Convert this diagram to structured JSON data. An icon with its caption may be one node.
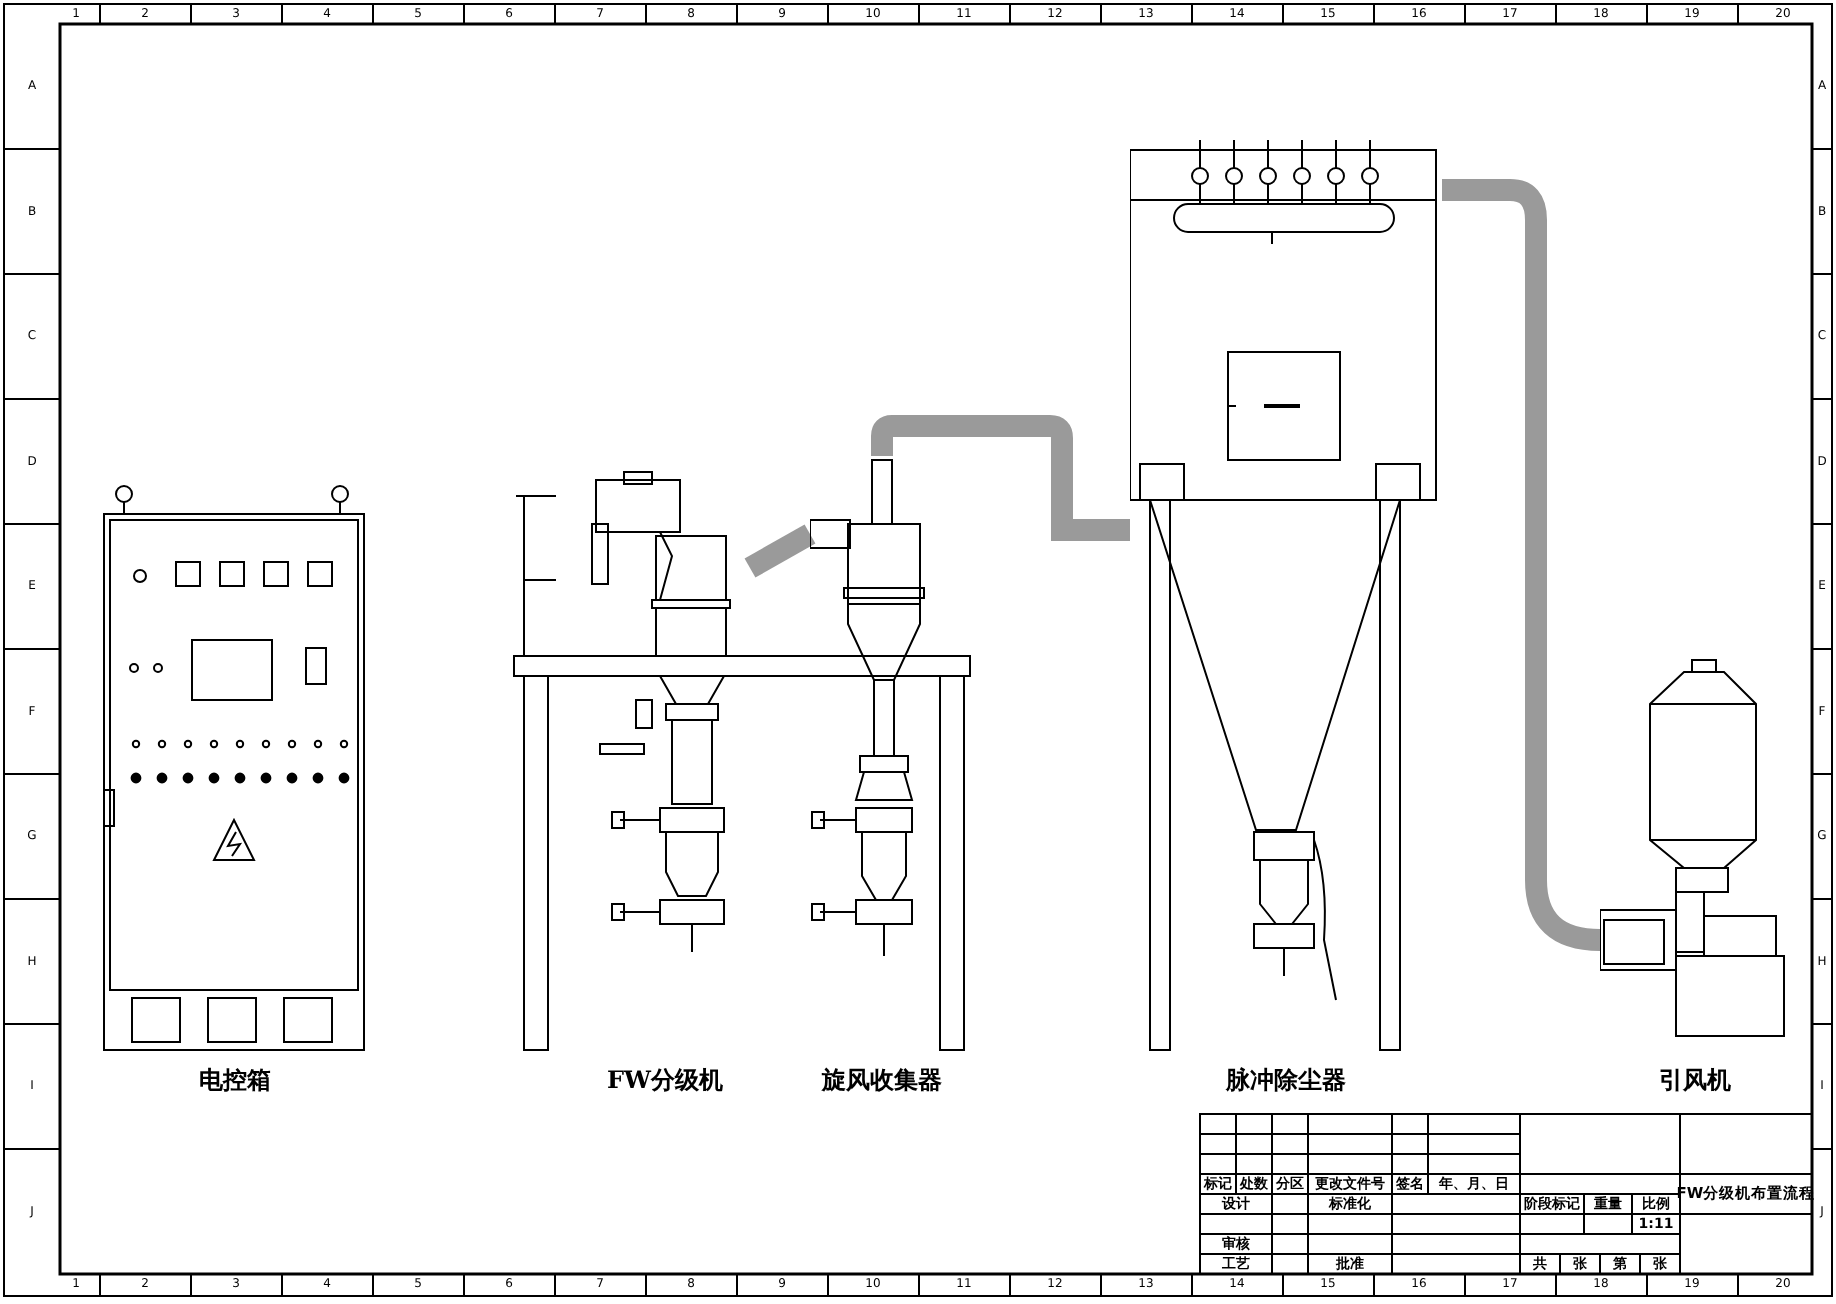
{
  "diagram": {
    "nodes": [
      {
        "text": [
          "电控箱"
        ]
      },
      {
        "text": [
          "FW分级机"
        ]
      },
      {
        "text": [
          "旋风收集器"
        ]
      },
      {
        "text": [
          "脉冲除尘器"
        ]
      },
      {
        "text": [
          "引风机"
        ]
      }
    ],
    "edges": [
      {
        "from": 1,
        "to": 2,
        "arrow": "none"
      },
      {
        "from": 2,
        "to": 3,
        "arrow": "none"
      },
      {
        "from": 3,
        "to": 4,
        "arrow": "none"
      }
    ],
    "labels": [
      "1",
      "2",
      "3",
      "4",
      "5",
      "6",
      "7",
      "8",
      "9",
      "10",
      "11",
      "12",
      "13",
      "14",
      "15",
      "16",
      "17",
      "18",
      "19",
      "20",
      "A",
      "B",
      "C",
      "D",
      "E",
      "F",
      "G",
      "H",
      "I",
      "J",
      "A",
      "B",
      "C",
      "D",
      "E",
      "F",
      "G",
      "H",
      "I",
      "J",
      "1",
      "2",
      "3",
      "4",
      "5",
      "6",
      "7",
      "8",
      "9",
      "10",
      "11",
      "12",
      "13",
      "14",
      "15",
      "16",
      "17",
      "18",
      "19",
      "20",
      "FW分级机布置流程",
      "标记",
      "处数",
      "分区",
      "更改文件号",
      "签名",
      "年、月、日",
      "设计",
      "标准化",
      "阶段标记",
      "重量",
      "比例",
      "1:11",
      "审核",
      "工艺",
      "批准",
      "共",
      "张",
      "第",
      "张"
    ]
  }
}
